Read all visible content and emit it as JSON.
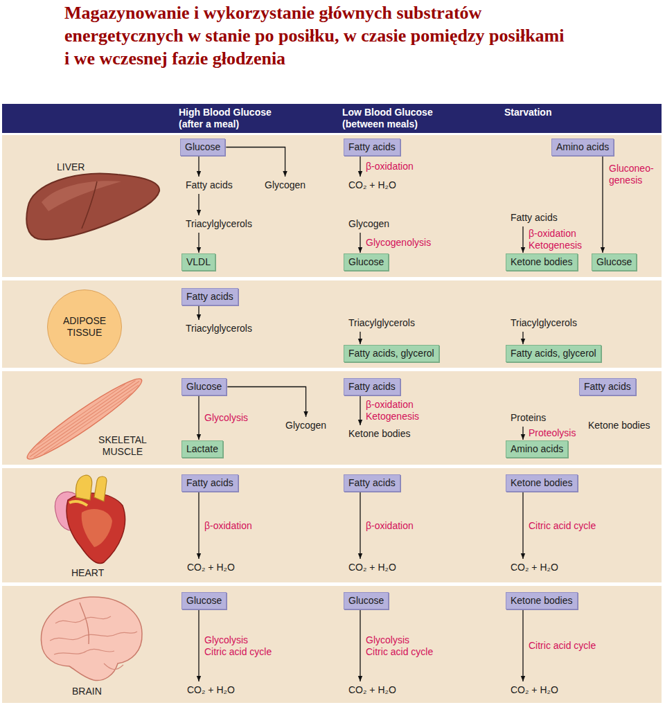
{
  "diagram": {
    "title": "Magazynowanie i wykorzystanie głównych substratów energetycznych w stanie po posiłku, w czasie pomiędzy posiłkami i we wczesnej fazie głodzenia",
    "nodes": [
      {
        "text": [
          "High Blood Glucose (after a meal)",
          "Low Blood Glucose (between meals)",
          "Starvation"
        ]
      },
      {
        "text": [
          "Glucose"
        ]
      },
      {
        "text": [
          "Fatty acids"
        ]
      },
      {
        "text": [
          "Glycogen"
        ]
      },
      {
        "text": [
          "Triacylglycerols"
        ]
      },
      {
        "text": [
          "VLDL"
        ]
      },
      {
        "text": [
          "Fatty acids"
        ]
      },
      {
        "text": [
          "CO₂ + H₂O"
        ]
      },
      {
        "text": [
          "Glycogen"
        ]
      },
      {
        "text": [
          "Glucose"
        ]
      },
      {
        "text": [
          "Amino acids"
        ]
      },
      {
        "text": [
          "Fatty acids"
        ]
      },
      {
        "text": [
          "Ketone bodies"
        ]
      },
      {
        "text": [
          "Glucose"
        ]
      },
      {
        "text": [
          "ADIPOSE TISSUE"
        ]
      },
      {
        "text": [
          "Fatty acids"
        ]
      },
      {
        "text": [
          "Triacylglycerols"
        ]
      },
      {
        "text": [
          "Triacylglycerols"
        ]
      },
      {
        "text": [
          "Fatty acids, glycerol"
        ]
      },
      {
        "text": [
          "Triacylglycerols"
        ]
      },
      {
        "text": [
          "Fatty acids, glycerol"
        ]
      },
      {
        "text": [
          "Glucose"
        ]
      },
      {
        "text": [
          "Lactate"
        ]
      },
      {
        "text": [
          "Glycogen"
        ]
      },
      {
        "text": [
          "Fatty acids"
        ]
      },
      {
        "text": [
          "Ketone bodies"
        ]
      },
      {
        "text": [
          "Proteins"
        ]
      },
      {
        "text": [
          "Amino acids"
        ]
      },
      {
        "text": [
          "Fatty acids"
        ]
      },
      {
        "text": [
          "Ketone bodies"
        ]
      },
      {
        "text": [
          "Fatty acids"
        ]
      },
      {
        "text": [
          "CO₂ + H₂O"
        ]
      },
      {
        "text": [
          "Fatty acids"
        ]
      },
      {
        "text": [
          "CO₂ + H₂O"
        ]
      },
      {
        "text": [
          "Ketone bodies"
        ]
      },
      {
        "text": [
          "CO₂ + H₂O"
        ]
      },
      {
        "text": [
          "Glucose"
        ]
      },
      {
        "text": [
          "CO₂ + H₂O"
        ]
      },
      {
        "text": [
          "Glucose"
        ]
      },
      {
        "text": [
          "CO₂ + H₂O"
        ]
      },
      {
        "text": [
          "Ketone bodies"
        ]
      },
      {
        "text": [
          "CO₂ + H₂O"
        ]
      }
    ],
    "edges": [
      {
        "from": 1,
        "to": 2,
        "arrow": "to"
      },
      {
        "from": 1,
        "to": 3,
        "arrow": "to"
      },
      {
        "from": 2,
        "to": 4,
        "arrow": "to"
      },
      {
        "from": 4,
        "to": 5,
        "arrow": "to"
      },
      {
        "from": 6,
        "to": 7,
        "label": "β-oxidation",
        "arrow": "to"
      },
      {
        "from": 8,
        "to": 9,
        "label": "Glycogenolysis",
        "arrow": "to"
      },
      {
        "from": 11,
        "to": 12,
        "label": "β-oxidation Ketogenesis",
        "arrow": "to"
      },
      {
        "from": 10,
        "to": 13,
        "label": "Gluconeo- genesis",
        "arrow": "to"
      },
      {
        "from": 15,
        "to": 16,
        "arrow": "to"
      },
      {
        "from": 17,
        "to": 18,
        "arrow": "to"
      },
      {
        "from": 19,
        "to": 20,
        "arrow": "to"
      },
      {
        "from": 21,
        "to": 22,
        "label": "Glycolysis",
        "arrow": "to"
      },
      {
        "from": 21,
        "to": 23,
        "arrow": "to"
      },
      {
        "from": 24,
        "to": 25,
        "label": "β-oxidation Ketogenesis",
        "arrow": "to"
      },
      {
        "from": 26,
        "to": 27,
        "label": "Proteolysis",
        "arrow": "to"
      },
      {
        "from": 30,
        "to": 31,
        "label": "β-oxidation",
        "arrow": "to"
      },
      {
        "from": 32,
        "to": 33,
        "label": "β-oxidation",
        "arrow": "to"
      },
      {
        "from": 34,
        "to": 35,
        "label": "Citric acid cycle",
        "arrow": "to"
      },
      {
        "from": 36,
        "to": 37,
        "label": "Glycolysis Citric acid cycle",
        "arrow": "to"
      },
      {
        "from": 38,
        "to": 39,
        "label": "Glycolysis Citric acid cycle",
        "arrow": "to"
      },
      {
        "from": 40,
        "to": 41,
        "label": "Citric acid cycle",
        "arrow": "to"
      }
    ],
    "labels": [
      "LIVER",
      "SKELETAL MUSCLE",
      "HEART",
      "BRAIN"
    ]
  }
}
